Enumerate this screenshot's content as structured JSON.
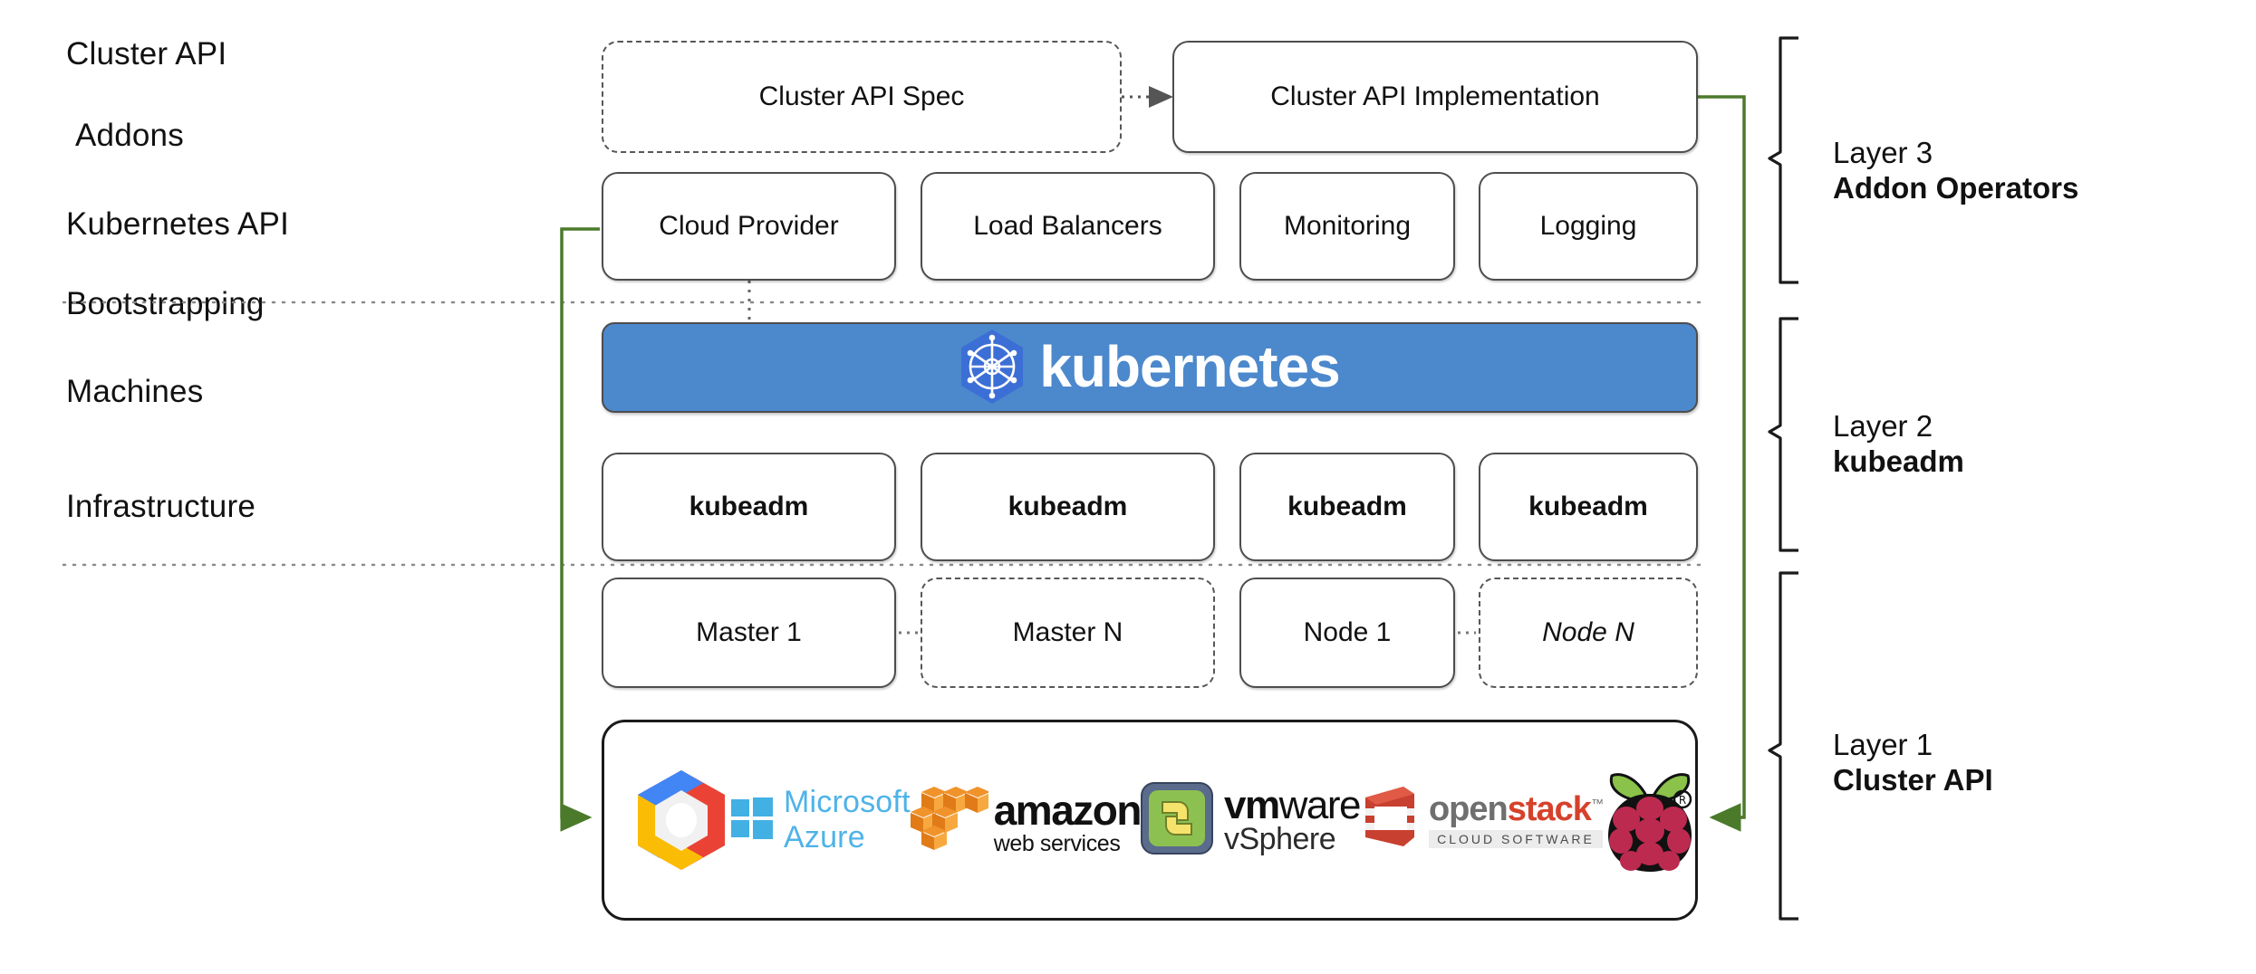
{
  "diagram": {
    "title": "Kubernetes Cluster API layered architecture",
    "accent_green": "#4c7a2b",
    "k8s_blue": "#4c88cc",
    "box_border": "#4d4d4d"
  },
  "row_labels": [
    {
      "id": "cluster-api",
      "text": "Cluster API"
    },
    {
      "id": "addons",
      "text": "Addons"
    },
    {
      "id": "kubernetes-api",
      "text": "Kubernetes API"
    },
    {
      "id": "bootstrapping",
      "text": "Bootstrapping"
    },
    {
      "id": "machines",
      "text": "Machines"
    },
    {
      "id": "infrastructure",
      "text": "Infrastructure"
    }
  ],
  "cluster_api_row": {
    "spec": {
      "label": "Cluster API Spec",
      "border": "dashed"
    },
    "implementation": {
      "label": "Cluster API Implementation",
      "border": "solid"
    },
    "connector": "dotted-arrow"
  },
  "addons_row": [
    {
      "label": "Cloud Provider"
    },
    {
      "label": "Load Balancers"
    },
    {
      "label": "Monitoring"
    },
    {
      "label": "Logging"
    }
  ],
  "kubernetes_banner": {
    "wordmark": "kubernetes",
    "icon": "kubernetes-helm-icon",
    "background": "#4c88cc",
    "text_color": "#ffffff"
  },
  "bootstrapping_row": [
    {
      "label": "kubeadm"
    },
    {
      "label": "kubeadm"
    },
    {
      "label": "kubeadm"
    },
    {
      "label": "kubeadm"
    }
  ],
  "machines_row": [
    {
      "label": "Master 1",
      "border": "solid"
    },
    {
      "label": "Master N",
      "border": "dashed"
    },
    {
      "label": "Node 1",
      "border": "solid"
    },
    {
      "label": "Node N",
      "border": "dashed",
      "italic_suffix": true
    }
  ],
  "infrastructure_logos": [
    {
      "id": "google-cloud-platform",
      "name": "Google Cloud Platform"
    },
    {
      "id": "microsoft-azure",
      "name": "Microsoft Azure",
      "text": "Microsoft Azure"
    },
    {
      "id": "amazon-web-services",
      "name": "Amazon Web Services",
      "text_main": "amazon",
      "text_sub": "web services"
    },
    {
      "id": "vmware-vsphere",
      "name": "VMware vSphere",
      "text_main_bold": "vm",
      "text_main_rest": "ware",
      "text_sub": "vSphere"
    },
    {
      "id": "openstack",
      "name": "OpenStack",
      "text_open": "open",
      "text_stack": "stack",
      "text_sub": "CLOUD SOFTWARE"
    },
    {
      "id": "raspberry-pi",
      "name": "Raspberry Pi"
    }
  ],
  "layers": [
    {
      "id": "layer-3",
      "line1": "Layer 3",
      "line2": "Addon Operators"
    },
    {
      "id": "layer-2",
      "line1": "Layer 2",
      "line2": "kubeadm"
    },
    {
      "id": "layer-1",
      "line1": "Layer 1",
      "line2": "Cluster API"
    }
  ]
}
